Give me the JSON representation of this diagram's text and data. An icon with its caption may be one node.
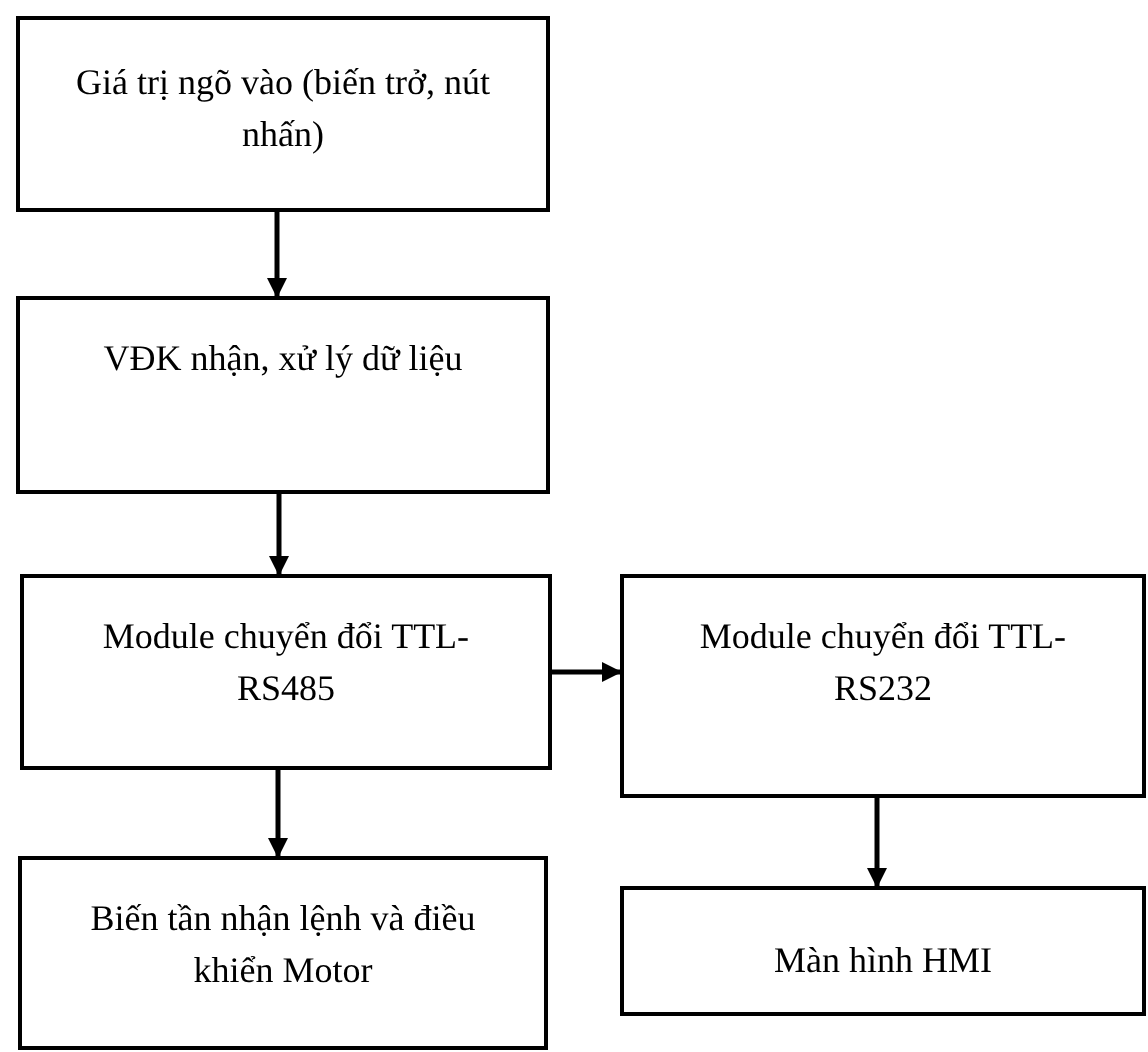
{
  "diagram": {
    "nodes": [
      {
        "text": [
          "Giá trị ngõ vào (biến trở, nút nhấn)"
        ]
      },
      {
        "text": [
          "VĐK nhận, xử lý dữ liệu"
        ]
      },
      {
        "text": [
          "Module chuyển đổi TTL-RS485"
        ]
      },
      {
        "text": [
          "Module chuyển đổi TTL-RS232"
        ]
      },
      {
        "text": [
          "Biến tần nhận lệnh và điều khiển Motor"
        ]
      },
      {
        "text": [
          "Màn hình HMI"
        ]
      }
    ],
    "edges": [
      {
        "from": 0,
        "to": 1,
        "arrow": "to"
      },
      {
        "from": 1,
        "to": 2,
        "arrow": "to"
      },
      {
        "from": 2,
        "to": 3,
        "arrow": "to"
      },
      {
        "from": 2,
        "to": 4,
        "arrow": "to"
      },
      {
        "from": 3,
        "to": 5,
        "arrow": "to"
      }
    ]
  }
}
